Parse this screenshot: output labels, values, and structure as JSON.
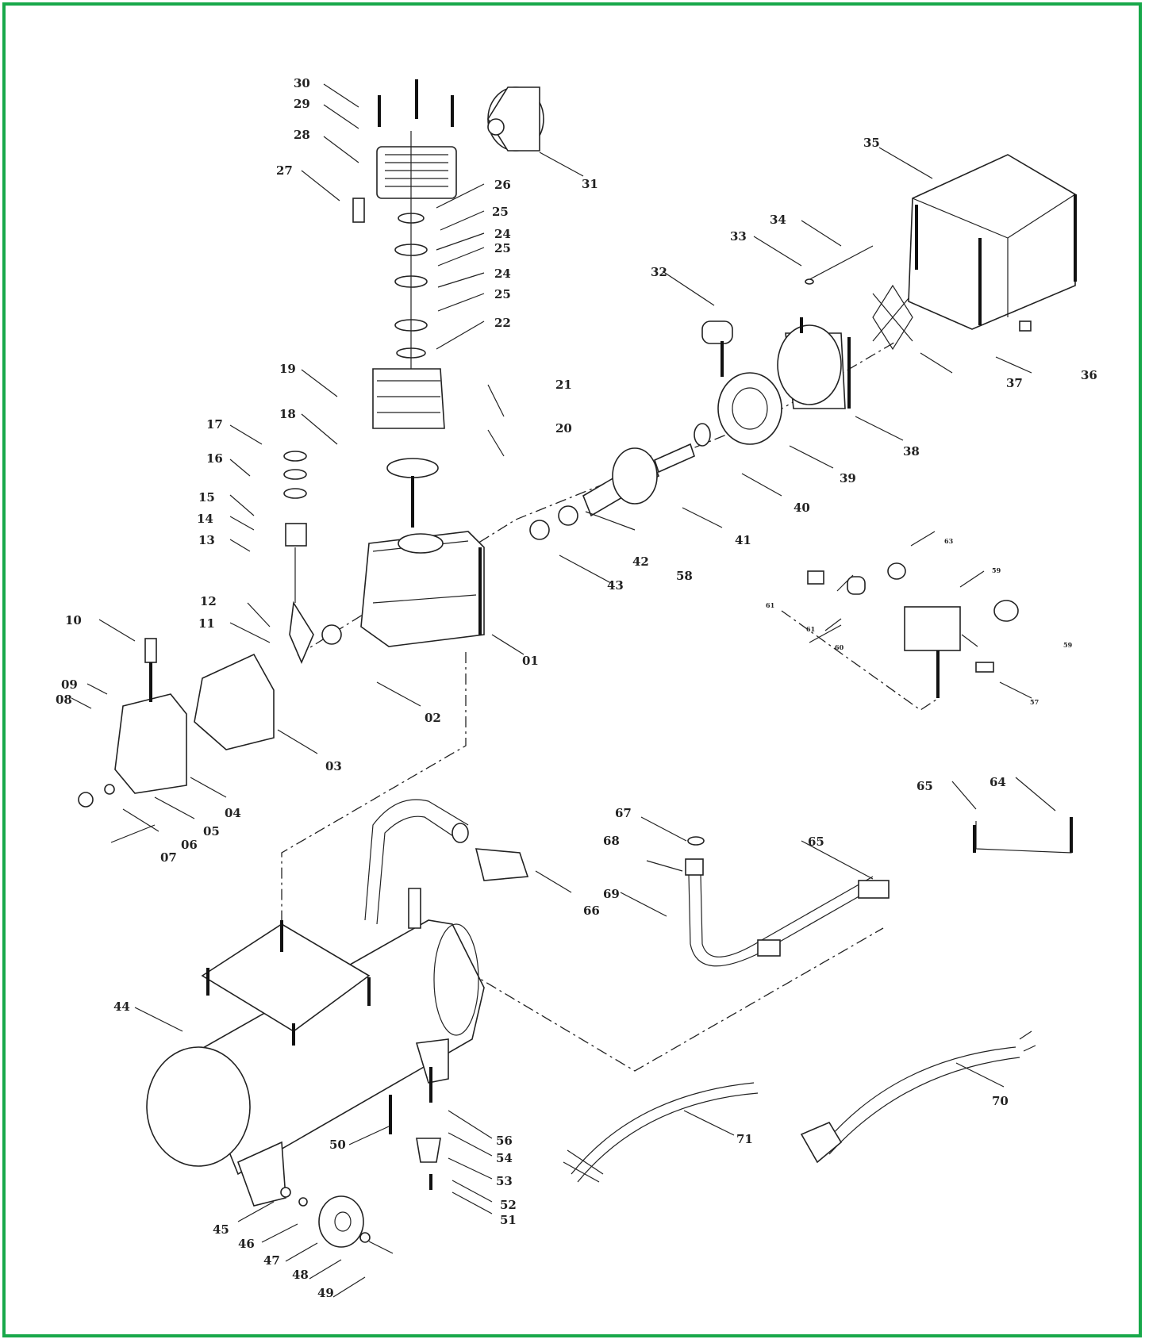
{
  "labels": [
    "30",
    "29",
    "28",
    "27",
    "26",
    "25",
    "24",
    "25",
    "24",
    "25",
    "22",
    "31",
    "35",
    "34",
    "33",
    "32",
    "36",
    "37",
    "38",
    "39",
    "40",
    "41",
    "42",
    "43",
    "58",
    "21",
    "20",
    "19",
    "18",
    "17",
    "16",
    "15",
    "14",
    "13",
    "12",
    "11",
    "10",
    "09",
    "08",
    "01",
    "02",
    "03",
    "04",
    "05",
    "06",
    "07",
    "44",
    "66",
    "67",
    "68",
    "69",
    "65",
    "64",
    "65",
    "45",
    "46",
    "47",
    "48",
    "49",
    "50",
    "56",
    "54",
    "53",
    "52",
    "51",
    "71",
    "70"
  ],
  "small_labels": [
    "63",
    "59",
    "61",
    "61",
    "60",
    "59",
    "57"
  ],
  "colors": {
    "frame": "#18a84a",
    "ink": "#222222"
  }
}
